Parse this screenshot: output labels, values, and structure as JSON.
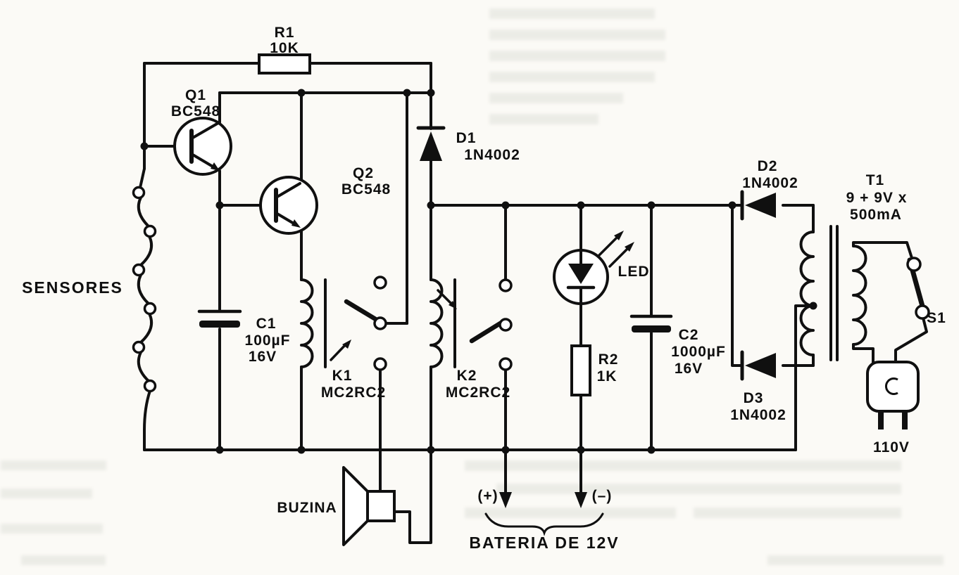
{
  "schematic": {
    "sensors_label": "SENSORES",
    "buzzer_label": "BUZINA",
    "mains_voltage": "110V",
    "battery": {
      "plus": "(+)",
      "minus": "(–)",
      "label": "BATERIA DE 12V"
    },
    "components": {
      "r1": {
        "ref": "R1",
        "value": "10K"
      },
      "r2": {
        "ref": "R2",
        "value": "1K"
      },
      "c1": {
        "ref": "C1",
        "value": "100µF",
        "rating": "16V"
      },
      "c2": {
        "ref": "C2",
        "value": "1000µF",
        "rating": "16V"
      },
      "q1": {
        "ref": "Q1",
        "value": "BC548"
      },
      "q2": {
        "ref": "Q2",
        "value": "BC548"
      },
      "d1": {
        "ref": "D1",
        "value": "1N4002"
      },
      "d2": {
        "ref": "D2",
        "value": "1N4002"
      },
      "d3": {
        "ref": "D3",
        "value": "1N4002"
      },
      "k1": {
        "ref": "K1",
        "value": "MC2RC2"
      },
      "k2": {
        "ref": "K2",
        "value": "MC2RC2"
      },
      "t1": {
        "ref": "T1",
        "value": "9 + 9V x",
        "rating": "500mA"
      },
      "s1": {
        "ref": "S1"
      },
      "led": {
        "ref": "LED"
      }
    }
  }
}
